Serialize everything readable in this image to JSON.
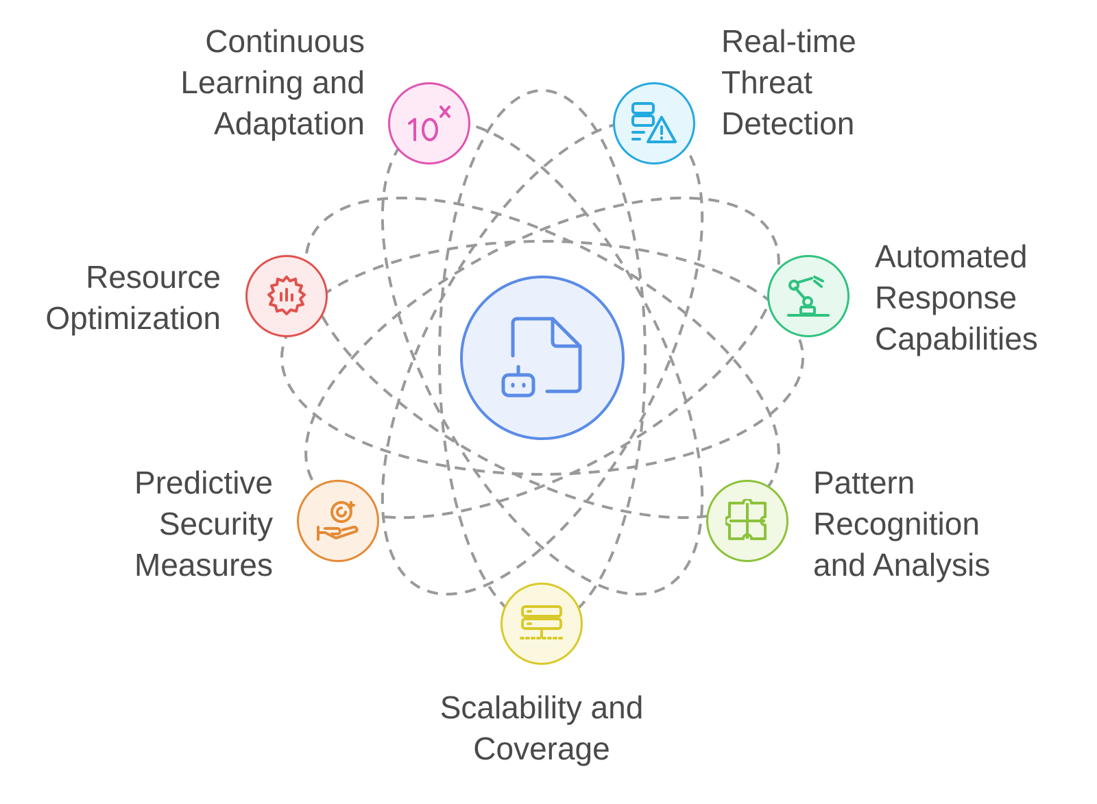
{
  "center": {
    "icon": "ai-document-icon",
    "color": "#5b8be6",
    "fill": "#eaf1fd"
  },
  "nodes": [
    {
      "id": "continuous-learning",
      "label": "Continuous\nLearning and\nAdaptation",
      "icon": "ten-to-power-x-icon",
      "color": "#e052b3",
      "fill": "#fdeaf6"
    },
    {
      "id": "real-time-threat",
      "label": "Real-time\nThreat\nDetection",
      "icon": "server-warning-icon",
      "color": "#23a9e0",
      "fill": "#e6f6fd"
    },
    {
      "id": "automated-response",
      "label": "Automated\nResponse\nCapabilities",
      "icon": "robotic-arm-icon",
      "color": "#2fc27e",
      "fill": "#e7f8ef"
    },
    {
      "id": "pattern-recognition",
      "label": "Pattern\nRecognition\nand Analysis",
      "icon": "puzzle-icon",
      "color": "#8cc23a",
      "fill": "#f1f8e4"
    },
    {
      "id": "scalability",
      "label": "Scalability and\nCoverage",
      "icon": "server-network-icon",
      "color": "#d9c92a",
      "fill": "#fbf8df"
    },
    {
      "id": "predictive-security",
      "label": "Predictive\nSecurity\nMeasures",
      "icon": "hand-coin-icon",
      "color": "#e68a35",
      "fill": "#fdf0e3"
    },
    {
      "id": "resource-optimization",
      "label": "Resource\nOptimization",
      "icon": "gear-chart-icon",
      "color": "#e0524e",
      "fill": "#fdeaea"
    }
  ],
  "orbit_color": "#999999"
}
